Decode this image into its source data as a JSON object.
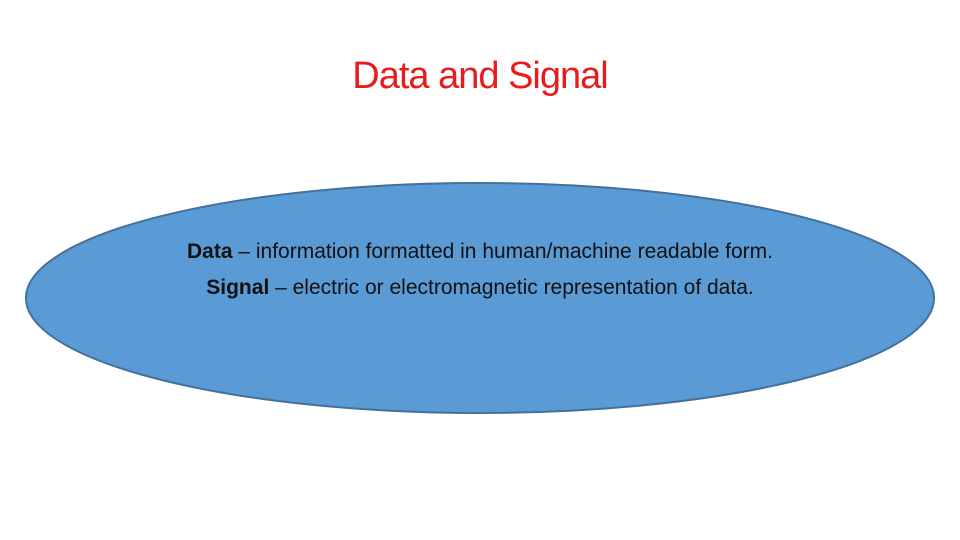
{
  "slide": {
    "title": "Data and Signal",
    "title_color": "#e81c1c",
    "ellipse": {
      "fill_color": "#5b9bd5",
      "stroke_color": "#41719c",
      "definitions": [
        {
          "term": "Data",
          "text": " – information formatted in human/machine readable form."
        },
        {
          "term": "Signal",
          "text": " – electric or electromagnetic representation of data."
        }
      ]
    }
  }
}
